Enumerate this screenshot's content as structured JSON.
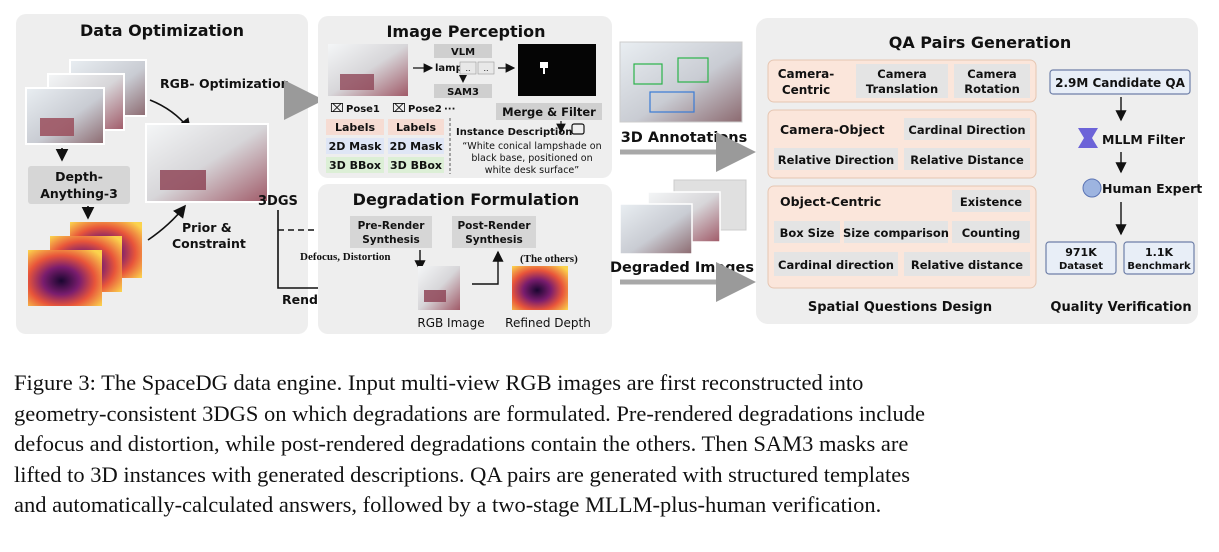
{
  "panels": {
    "data_opt": {
      "title": "Data Optimization",
      "rgb_opt": "RGB- Optimization",
      "depth_anything_1": "Depth-",
      "depth_anything_2": "Anything-3",
      "prior_1": "Prior &",
      "prior_2": "Constraint",
      "tdgs": "3DGS",
      "render": "Render"
    },
    "perception": {
      "title": "Image Perception",
      "vlm": "VLM",
      "lamp": "lamp",
      "dots": "..",
      "sam3": "SAM3",
      "pose1": "Pose1",
      "pose2": "Pose2",
      "ellipsis": "···",
      "labels": "Labels",
      "mask2d": "2D Mask",
      "bbox3d": "3D BBox",
      "merge": "Merge & Filter",
      "inst_title": "Instance Description",
      "inst_1": "“White conical lampshade on",
      "inst_2": "black base, positioned on",
      "inst_3": "white desk surface”"
    },
    "degradation": {
      "title": "Degradation Formulation",
      "pre_1": "Pre-Render",
      "pre_2": "Synthesis",
      "post_1": "Post-Render",
      "post_2": "Synthesis",
      "defocus": "Defocus, Distortion",
      "others": "(The others)",
      "rgb_image": "RGB Image",
      "refined_depth": "Refined Depth"
    },
    "middle": {
      "annotations": "3D Annotations",
      "degraded": "Degraded Images"
    },
    "qa": {
      "title": "QA Pairs Generation",
      "cam_centric_1": "Camera-",
      "cam_centric_2": "Centric",
      "cam_trans_1": "Camera",
      "cam_trans_2": "Translation",
      "cam_rot_1": "Camera",
      "cam_rot_2": "Rotation",
      "cam_obj": "Camera-Object",
      "cardinal_dir": "Cardinal Direction",
      "relative_dir": "Relative Direction",
      "relative_dist": "Relative Distance",
      "obj_centric": "Object-Centric",
      "existence": "Existence",
      "box_size": "Box Size",
      "size_cmp": "Size comparison",
      "counting": "Counting",
      "cardinal_dir2": "Cardinal direction",
      "relative_dist2": "Relative distance",
      "spatial_design": "Spatial Questions Design",
      "candidate": "2.9M Candidate QA",
      "mllm": "MLLM Filter",
      "human": "Human Expert",
      "ds_1": "971K",
      "ds_2": "Dataset",
      "bm_1": "1.1K",
      "bm_2": "Benchmark",
      "quality": "Quality Verification"
    }
  },
  "caption": [
    "Figure 3: The SpaceDG data engine.  Input multi-view RGB images are first reconstructed into",
    "geometry-consistent 3DGS on which degradations are formulated. Pre-rendered degradations include",
    "defocus and distortion, while post-rendered degradations contain the others. Then SAM3 masks are",
    "lifted to 3D instances with generated descriptions. QA pairs are generated with structured templates",
    "and automatically-calculated answers, followed by a two-stage MLLM-plus-human verification."
  ]
}
